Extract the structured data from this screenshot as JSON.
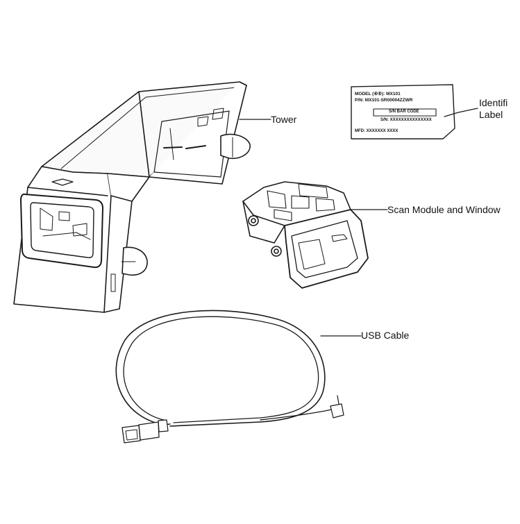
{
  "callouts": {
    "tower": "Tower",
    "identification_label_line1": "Identifi",
    "identification_label_line2": "Label",
    "scan_module": "Scan Module and Window",
    "usb_cable": "USB Cable"
  },
  "id_label": {
    "model": "MODEL (④⑤): MX101",
    "part_number": "P/N: MX101-SR00004ZZWR",
    "barcode_box": "S/N BAR CODE",
    "serial": "S/N: XXXXXXXXXXXXXXX",
    "mfd": "MFD: XXXXXXX XXXX"
  }
}
